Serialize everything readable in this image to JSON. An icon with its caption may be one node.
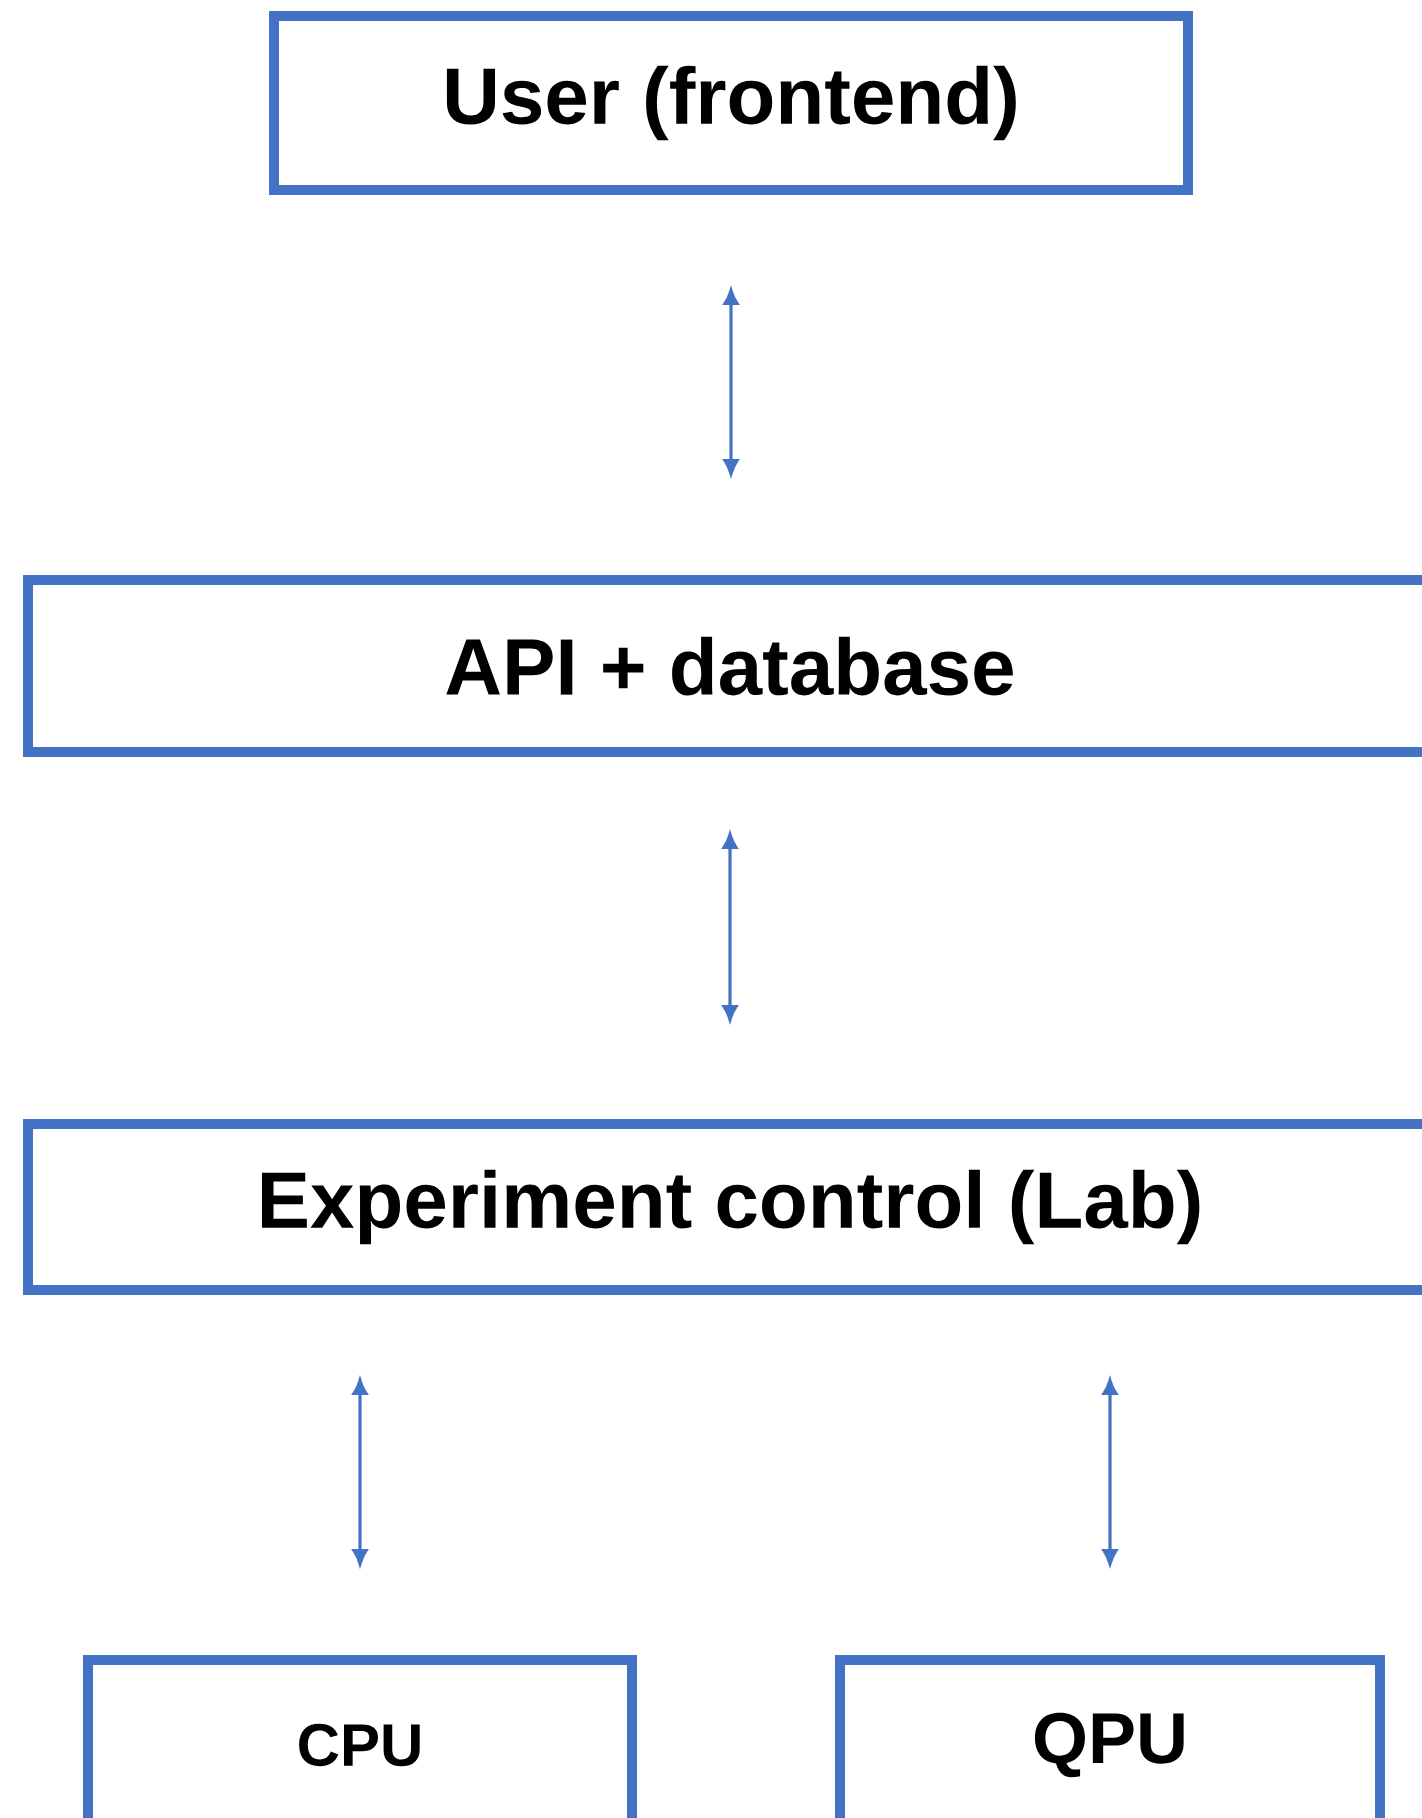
{
  "diagram": {
    "nodes": [
      {
        "text": [
          "User (frontend)"
        ]
      },
      {
        "text": [
          "API + database"
        ]
      },
      {
        "text": [
          "Experiment control (Lab)"
        ]
      },
      {
        "text": [
          "CPU"
        ]
      },
      {
        "text": [
          "QPU"
        ]
      }
    ],
    "edges": [
      {
        "from": 0,
        "to": 1,
        "arrow": "both"
      },
      {
        "from": 1,
        "to": 2,
        "arrow": "both"
      },
      {
        "from": 2,
        "to": 3,
        "arrow": "both"
      },
      {
        "from": 2,
        "to": 4,
        "arrow": "both"
      }
    ]
  }
}
